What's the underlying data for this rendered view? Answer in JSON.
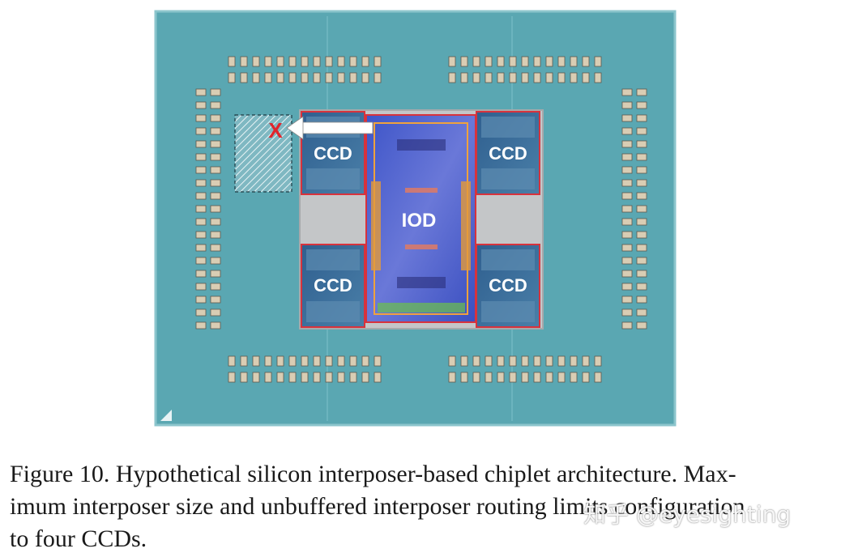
{
  "figure": {
    "labels": {
      "ccd_top_left": "CCD",
      "ccd_top_right": "CCD",
      "ccd_bottom_left": "CCD",
      "ccd_bottom_right": "CCD",
      "iod": "IOD",
      "x_mark": "X"
    },
    "colors": {
      "substrate": "#5aa7b2",
      "interposer": "#c8c8c8",
      "ccd_border": "#d8323c",
      "iod_fill": "#4f63c9",
      "x_mark": "#e0242c"
    }
  },
  "caption": {
    "line1": "Figure 10. Hypothetical silicon interposer-based chiplet architecture.  Max-",
    "line2": "imum interposer size and unbuffered interposer routing limits configuration",
    "line3": "to four CCDs."
  },
  "watermark": "知乎 @eyesighting"
}
